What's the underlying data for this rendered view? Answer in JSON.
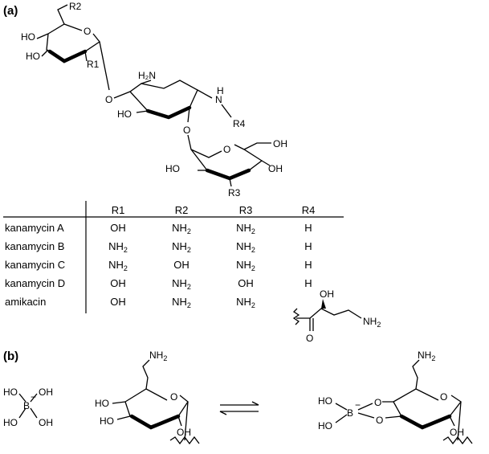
{
  "panel_a_label": "(a)",
  "panel_b_label": "(b)",
  "atoms": {
    "R2": "R2",
    "R1": "R1",
    "R3": "R3",
    "R4": "R4",
    "HO": "HO",
    "OH": "OH",
    "O": "O",
    "H2N": "H₂N",
    "NH": "N",
    "H": "H",
    "NH2": "NH",
    "sub2": "2",
    "B": "B",
    "minus": "−"
  },
  "table": {
    "headers": [
      "R1",
      "R2",
      "R3",
      "R4"
    ],
    "rows": [
      {
        "name": "kanamycin A",
        "r1": "OH",
        "r2": "NH2",
        "r3": "NH2",
        "r4": "H"
      },
      {
        "name": "kanamycin B",
        "r1": "NH2",
        "r2": "NH2",
        "r3": "NH2",
        "r4": "H"
      },
      {
        "name": "kanamycin C",
        "r1": "NH2",
        "r2": "OH",
        "r3": "NH2",
        "r4": "H"
      },
      {
        "name": "kanamycin D",
        "r1": "OH",
        "r2": "NH2",
        "r3": "OH",
        "r4": "H"
      },
      {
        "name": "amikacin",
        "r1": "OH",
        "r2": "NH2",
        "r3": "NH2",
        "r4": ""
      }
    ]
  },
  "amikacin_sidechain": {
    "oh": "OH",
    "o": "O",
    "nh2": "NH2"
  }
}
